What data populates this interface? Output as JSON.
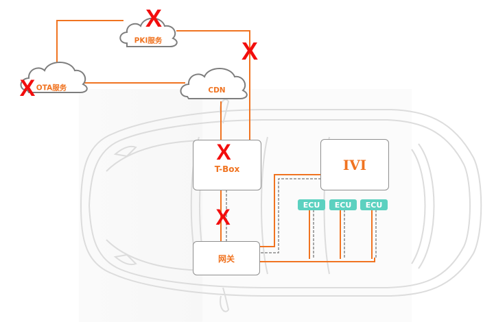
{
  "diagram": {
    "colors": {
      "link": "#f07320",
      "car_outline": "#dcdcdc",
      "cloud_outline": "#7d7d7d",
      "box_border": "#8e8e8e",
      "ecu_fill": "#5cd1c0",
      "blocked_mark": "#f20d0d",
      "dashed_link": "#8a8a8a"
    },
    "clouds": [
      {
        "id": "pki",
        "label": "PKI服务",
        "blocked": true
      },
      {
        "id": "ota",
        "label": "OTA服务",
        "blocked": true
      },
      {
        "id": "cdn",
        "label": "CDN",
        "blocked": false
      }
    ],
    "nodes": [
      {
        "id": "tbox",
        "label": "T-Box",
        "blocked": true
      },
      {
        "id": "ivi",
        "label": "IVI",
        "blocked": false
      },
      {
        "id": "gateway",
        "label": "网关",
        "blocked": false
      }
    ],
    "ecus": [
      {
        "label": "ECU"
      },
      {
        "label": "ECU"
      },
      {
        "label": "ECU"
      }
    ],
    "blocked_links": [
      {
        "from": "pki",
        "to": "tbox"
      },
      {
        "from": "tbox",
        "to": "gateway"
      }
    ],
    "blocked_symbol": "X"
  }
}
